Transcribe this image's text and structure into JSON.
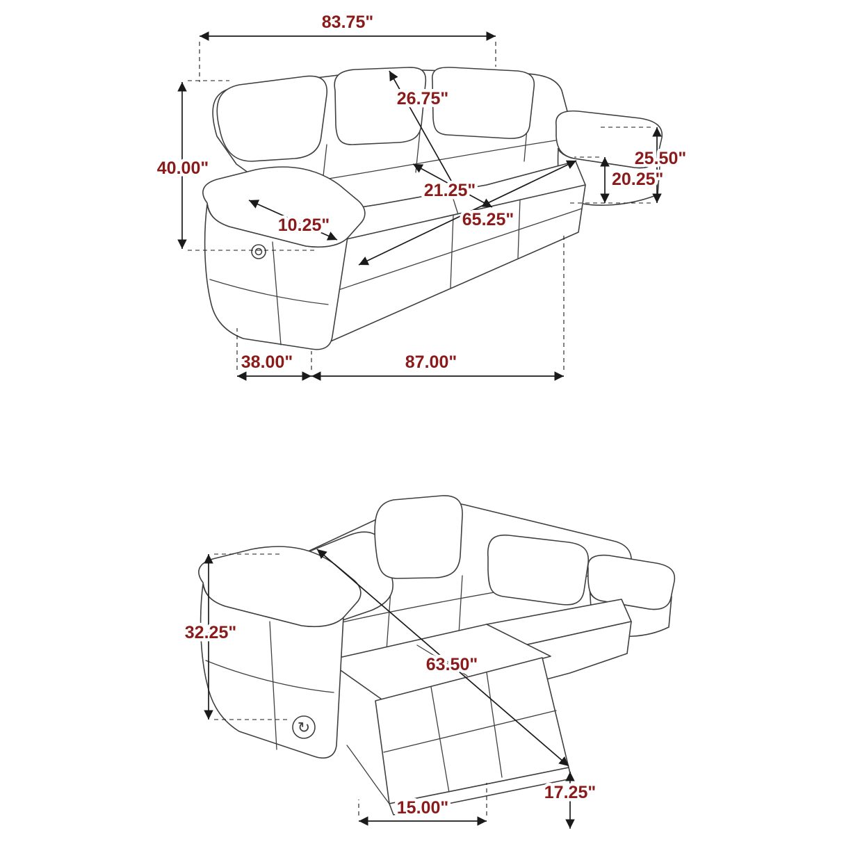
{
  "title": "Reclining sofa dimension diagram",
  "colors": {
    "background": "#ffffff",
    "line": "#3f3f3f",
    "dimension_line": "#1a1a1a",
    "dimension_text": "#8b1a1a"
  },
  "icons": {
    "recline_handle": "↻"
  },
  "upright_view": {
    "dimensions": {
      "overall_width": "83.75\"",
      "back_cushion_diagonal": "26.75\"",
      "overall_height": "40.00\"",
      "arm_height": "25.50\"",
      "seat_height": "20.25\"",
      "seat_depth": "21.25\"",
      "armrest_width": "10.25\"",
      "interior_seat_width": "65.25\"",
      "overall_depth": "38.00\"",
      "body_width": "87.00\""
    }
  },
  "reclined_view": {
    "dimensions": {
      "reclined_back_height": "32.25\"",
      "reclined_overall_length": "63.50\"",
      "footrest_height": "17.25\"",
      "footrest_extension": "15.00\""
    }
  }
}
